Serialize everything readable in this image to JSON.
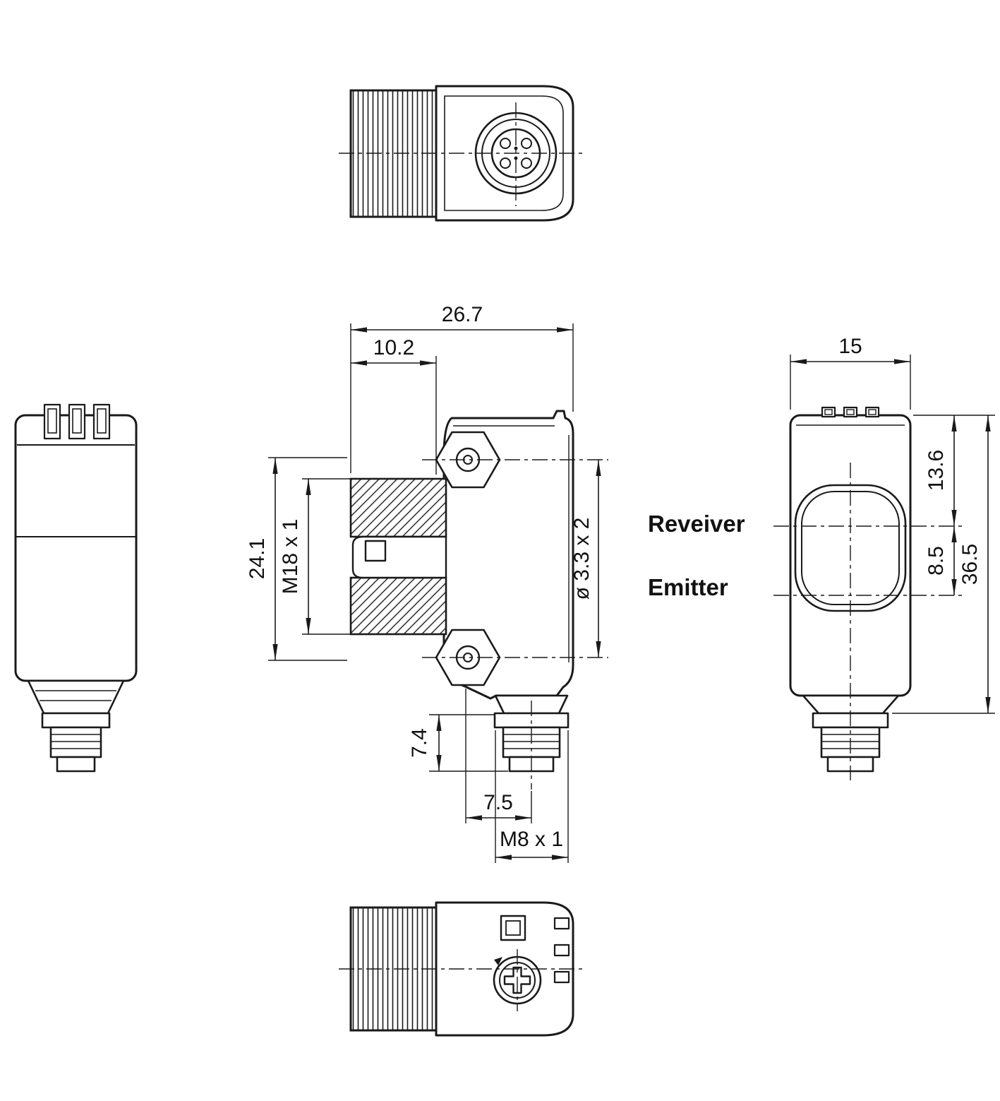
{
  "colors": {
    "line": "#1a1a1a",
    "background": "#ffffff"
  },
  "labels": {
    "receiver": "Reveiver",
    "emitter": "Emitter"
  },
  "dims": {
    "overall_width": "26.7",
    "thread_offset": "10.2",
    "body_height": "24.1",
    "thread_spec": "M18 x 1",
    "hole_spec": "ø 3.3 x 2",
    "connector_stub": "7.4",
    "connector_offset": "7.5",
    "connector_thread": "M8 x 1",
    "front_width": "15",
    "receiver_axis_offset": "13.6",
    "axis_spacing": "8.5",
    "overall_height": "36.5"
  }
}
